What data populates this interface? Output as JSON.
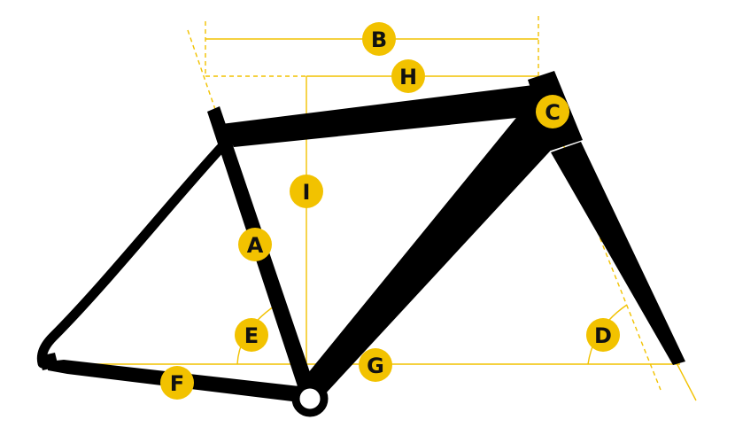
{
  "colors": {
    "frame": "#000000",
    "annotation": "#f2c200",
    "label_text": "#111111",
    "background": "#ffffff"
  },
  "labels": {
    "A": "A",
    "B": "B",
    "C": "C",
    "D": "D",
    "E": "E",
    "F": "F",
    "G": "G",
    "H": "H",
    "I": "I"
  }
}
